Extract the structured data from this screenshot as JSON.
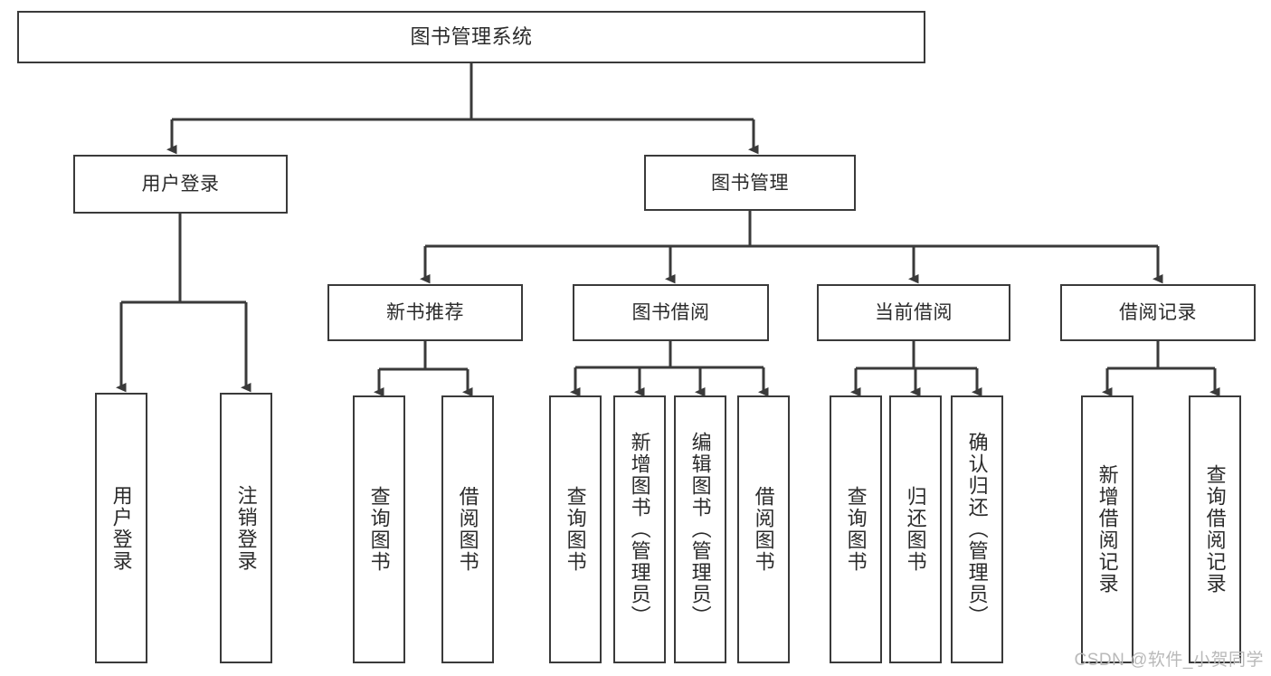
{
  "diagram": {
    "type": "tree-hierarchy-flowchart",
    "title": "图书管理系统",
    "line_color": "#3a3a3a",
    "box_fill": "#ffffff",
    "text_color": "#2b2b2b",
    "watermark": "CSDN @软件_小贺同学"
  },
  "nodes": {
    "root": {
      "label": "图书管理系统"
    },
    "level2": [
      {
        "label": "用户登录"
      },
      {
        "label": "图书管理"
      }
    ],
    "level3": [
      {
        "label": "新书推荐"
      },
      {
        "label": "图书借阅"
      },
      {
        "label": "当前借阅"
      },
      {
        "label": "借阅记录"
      }
    ],
    "leaves_user_login": [
      {
        "label": "用户登录"
      },
      {
        "label": "注销登录"
      }
    ],
    "leaves_new_book": [
      {
        "label": "查询图书"
      },
      {
        "label": "借阅图书"
      }
    ],
    "leaves_borrow": [
      {
        "label": "查询图书"
      },
      {
        "label": "新增图书（管理员）"
      },
      {
        "label": "编辑图书（管理员）"
      },
      {
        "label": "借阅图书"
      }
    ],
    "leaves_current": [
      {
        "label": "查询图书"
      },
      {
        "label": "归还图书"
      },
      {
        "label": "确认归还（管理员）"
      }
    ],
    "leaves_records": [
      {
        "label": "新增借阅记录"
      },
      {
        "label": "查询借阅记录"
      }
    ]
  }
}
